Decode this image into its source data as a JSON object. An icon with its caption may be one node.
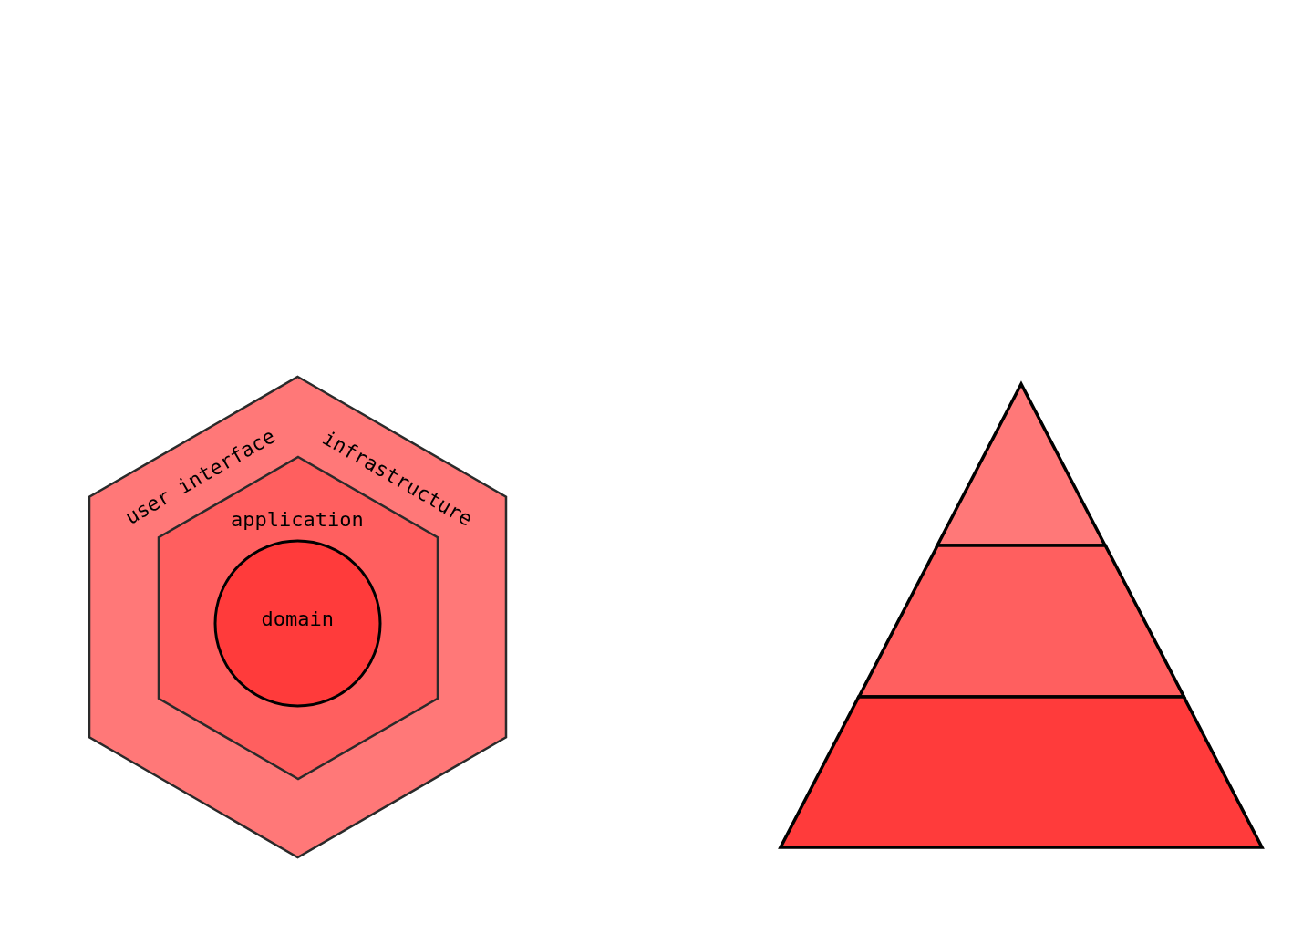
{
  "diagram": {
    "nodes": [
      {
        "text": [
          "user interface",
          "infrastructure"
        ]
      },
      {
        "text": [
          "application"
        ],
        "in": 0
      },
      {
        "text": [
          "domain"
        ],
        "in": 1
      },
      {
        "text": [],
        "shape": "triangle"
      },
      {
        "text": [],
        "shape": "band"
      },
      {
        "text": [],
        "shape": "band"
      }
    ]
  }
}
